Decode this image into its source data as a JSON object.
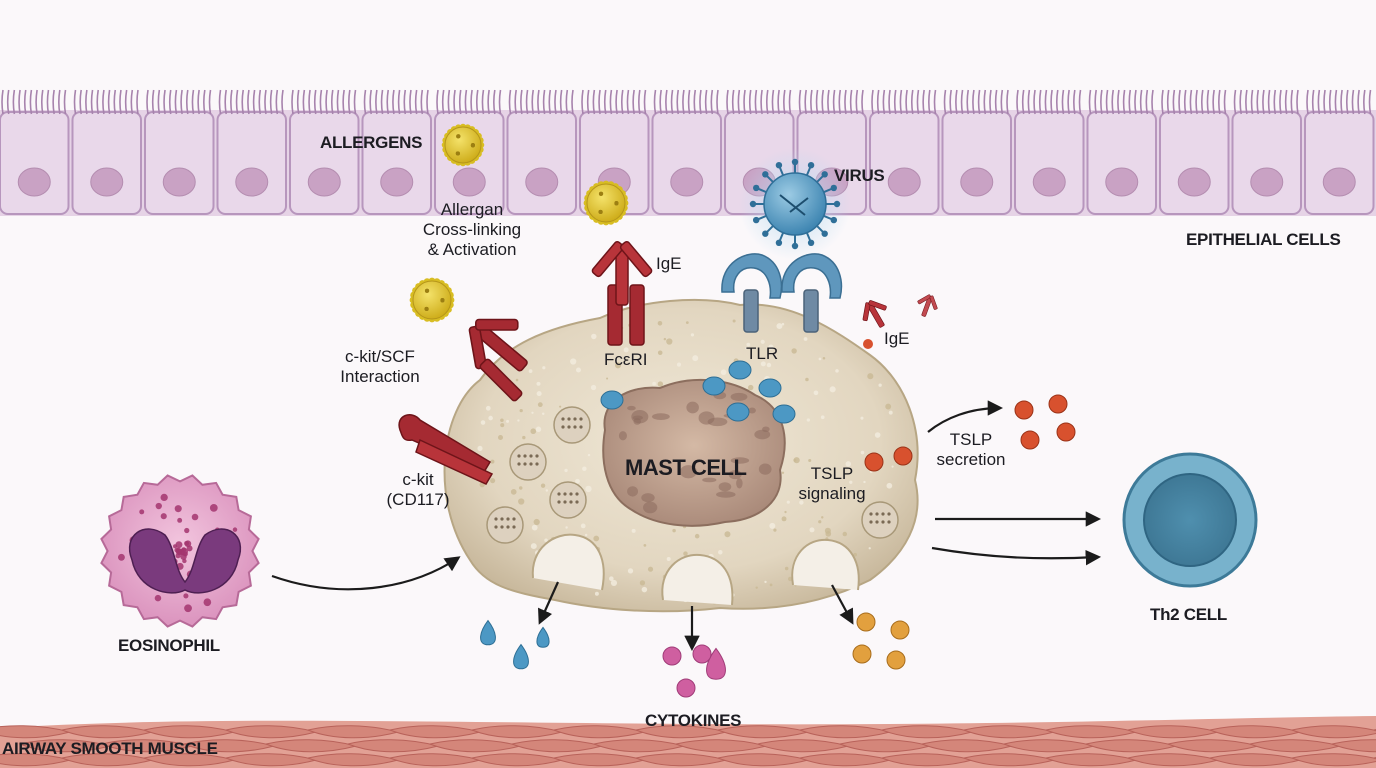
{
  "labels": {
    "allergens": "ALLERGENS",
    "virus": "VIRUS",
    "epithelial_cells": "EPITHELIAL CELLS",
    "allergen_crosslinking": [
      "Allergan",
      "Cross-linking",
      "& Activation"
    ],
    "ige_top": "IgE",
    "ige_right": "IgE",
    "ckit_scf": [
      "c-kit/SCF",
      "Interaction"
    ],
    "fceri": "FcεRI",
    "tlr": "TLR",
    "tslp_secretion": [
      "TSLP",
      "secretion"
    ],
    "tslp_signaling": [
      "TSLP",
      "signaling"
    ],
    "mast_cell": "MAST CELL",
    "ckit_cd117": [
      "c-kit",
      "(CD117)"
    ],
    "eosinophil": "EOSINOPHIL",
    "th2_cell": "Th2 CELL",
    "cytokines": "CYTOKINES",
    "airway_smooth_muscle": "AIRWAY SMOOTH MUSCLE"
  },
  "colors": {
    "epithelium": "#e6d3e6",
    "epithelium_border": "#b796bd",
    "nucleus": "#c9a2c4",
    "mast_cell": "#e3d8c4",
    "receptor_red": "#a52a32",
    "tlr_blue": "#5f97bd",
    "allergen_yellow": "#e2cc2e",
    "virus_blue": "#5fa0c8",
    "tslp_orange": "#d8512e",
    "cytokine_pink": "#cf5fa0",
    "granule_orange": "#e2a03e",
    "granule_blue": "#4c98c4",
    "eosinophil": "#e3a7cb",
    "eosinophil_nucleus": "#7a3a7d",
    "th2": "#5b9cbb",
    "muscle": "#d4867a"
  },
  "icons": [
    "allergen-icon",
    "virus-icon",
    "ige-antibody-icon",
    "tlr-receptor-icon",
    "ckit-receptor-icon",
    "mast-cell-icon",
    "eosinophil-icon",
    "th2-cell-icon",
    "granule-icon",
    "arrow-icon"
  ]
}
